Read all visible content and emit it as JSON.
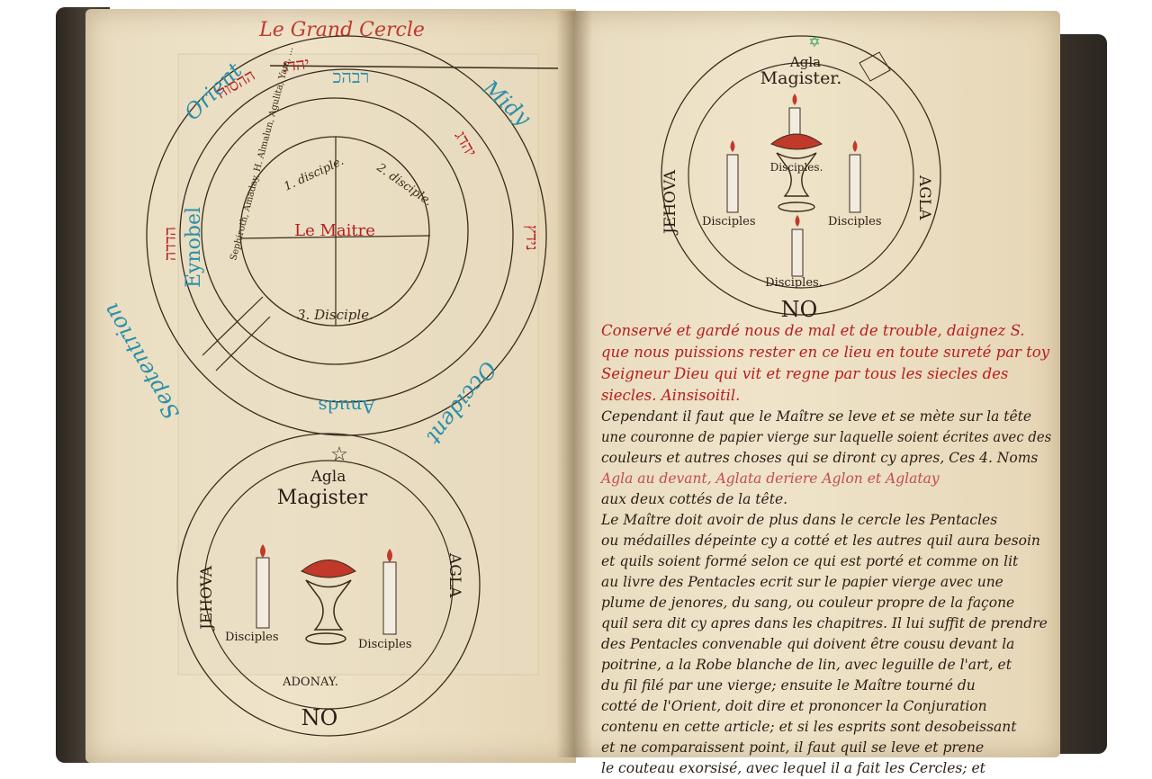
{
  "left_page": {
    "title": "Le Grand Cercle",
    "directions": {
      "east": "Orient",
      "south": "Midy",
      "west": "Occident",
      "north": "Septentrion"
    },
    "outer_names": {
      "left": "Eynobel",
      "bottom": "Anuds"
    },
    "hebrew_ring": [
      "ההסוה",
      "רבהכ",
      "יהדג",
      "יהדג",
      "נידץ",
      "הדדה"
    ],
    "inner_ring_text": "Sephiroth, Amaday, H. Almalun, Agulita, Yam, ...",
    "quadrants": [
      "1. disciple.",
      "2. disciple.",
      "3. Disciple."
    ],
    "center": "Le Maitre",
    "small_circle": {
      "top": [
        "Agla",
        "Magister"
      ],
      "left": "JEHOVA",
      "right": "AGLA",
      "disciples": [
        "Disciples",
        "Disciples"
      ],
      "under": "ADONAY.",
      "bottom": "NO"
    }
  },
  "right_page": {
    "circle": {
      "top": [
        "Agla",
        "Magister."
      ],
      "left": "JEHOVA",
      "right": "AGLA",
      "center": "Disciples.",
      "disciples": [
        "Disciples",
        "Disciples",
        "Disciples."
      ],
      "bottom": "NO"
    },
    "red_lines": [
      "Conservé et gardé nous de mal et de trouble, daignez S.",
      "que nous puissions rester en ce lieu en toute sureté par toy",
      "Seigneur Dieu qui vit et regne par tous les siecles des",
      "siecles. Ainsisoitil."
    ],
    "black_lines": [
      "Cependant il faut que le Maître se leve et se mète sur la tête",
      "une couronne de papier vierge sur laquelle soient écrites avec des",
      "couleurs et autres choses qui se diront cy apres, Ces 4. Noms",
      "Agla au devant, Aglata deriere Aglon et Aglatay",
      "aux deux cottés de la tête.",
      "Le Maître doit avoir de plus dans le cercle les Pentacles",
      "ou médailles dépeinte cy a cotté et les autres quil aura besoin",
      "et quils soient formé selon ce qui est porté et comme on lit",
      "au livre des Pentacles ecrit sur le papier vierge avec une",
      "plume de jenores, du sang, ou couleur propre de la façone",
      "quil sera dit cy apres dans les chapitres. Il lui suffit de prendre",
      "des Pentacles convenable qui doivent être cousu devant la",
      "poitrine, a la Robe blanche de lin, avec leguille de l'art, et",
      "du fil filé par une vierge; ensuite le Maître tourné du",
      "cotté de l'Orient, doit dire et prononcer la Conjuration",
      "contenu en cette article; et si les esprits sont desobeissant",
      "et ne comparaissent point, il faut quil se leve et prene",
      "le couteau exorsisé, avec lequel il a fait les Cercles; et"
    ],
    "colors": {
      "red_ink": "#b51e1e",
      "blue_ink": "#2a8fa8",
      "brown_ink": "#2a1e14",
      "pink_ink": "#c24b5a"
    }
  }
}
